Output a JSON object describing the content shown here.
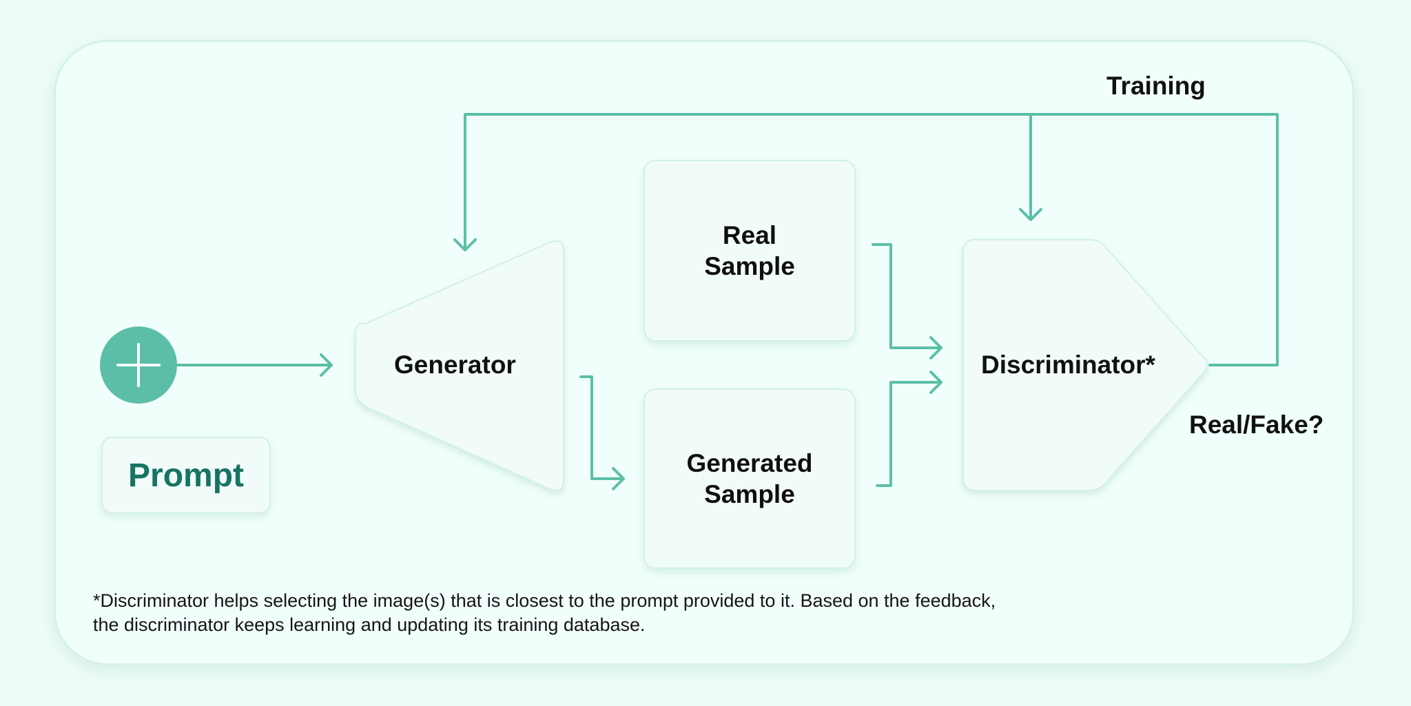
{
  "colors": {
    "background": "#eefcf8",
    "panel": "#f1fffc",
    "accent": "#5bbfa8",
    "arrow": "#5bbfa8",
    "prompt_text": "#177362",
    "text": "#111111"
  },
  "nodes": {
    "prompt_icon": "plus-icon",
    "prompt_label": "Prompt",
    "generator_label": "Generator",
    "real_sample_line1": "Real",
    "real_sample_line2": "Sample",
    "generated_sample_line1": "Generated",
    "generated_sample_line2": "Sample",
    "discriminator_label": "Discriminator*"
  },
  "edge_labels": {
    "training": "Training",
    "real_fake": "Real/Fake?"
  },
  "edges": [
    {
      "from": "prompt_icon",
      "to": "generator"
    },
    {
      "from": "generator",
      "to": "generated_sample"
    },
    {
      "from": "real_sample",
      "to": "discriminator"
    },
    {
      "from": "generated_sample",
      "to": "discriminator"
    },
    {
      "from": "discriminator",
      "to": "generator",
      "label": "Training"
    },
    {
      "from": "discriminator",
      "to": "discriminator",
      "label": "Training"
    }
  ],
  "footnote": {
    "line1": "*Discriminator helps selecting the image(s) that is closest to the prompt provided to it. Based on the feedback,",
    "line2": "the discriminator keeps learning and updating its training database."
  }
}
